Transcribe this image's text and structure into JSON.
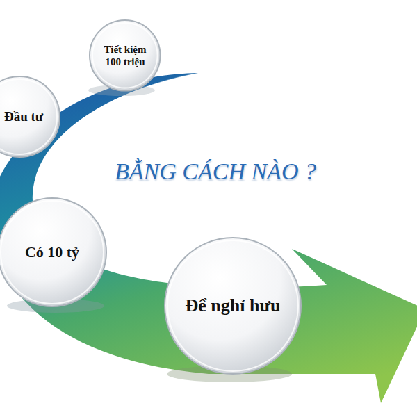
{
  "diagram": {
    "title": "BẰNG CÁCH NÀO ?",
    "nodes": [
      {
        "text": [
          "Tiết kiệm 100 triệu"
        ]
      },
      {
        "text": [
          "Đầu tư"
        ]
      },
      {
        "text": [
          "Có 10 tỷ"
        ]
      },
      {
        "text": [
          "Để nghỉ hưu"
        ]
      }
    ]
  }
}
